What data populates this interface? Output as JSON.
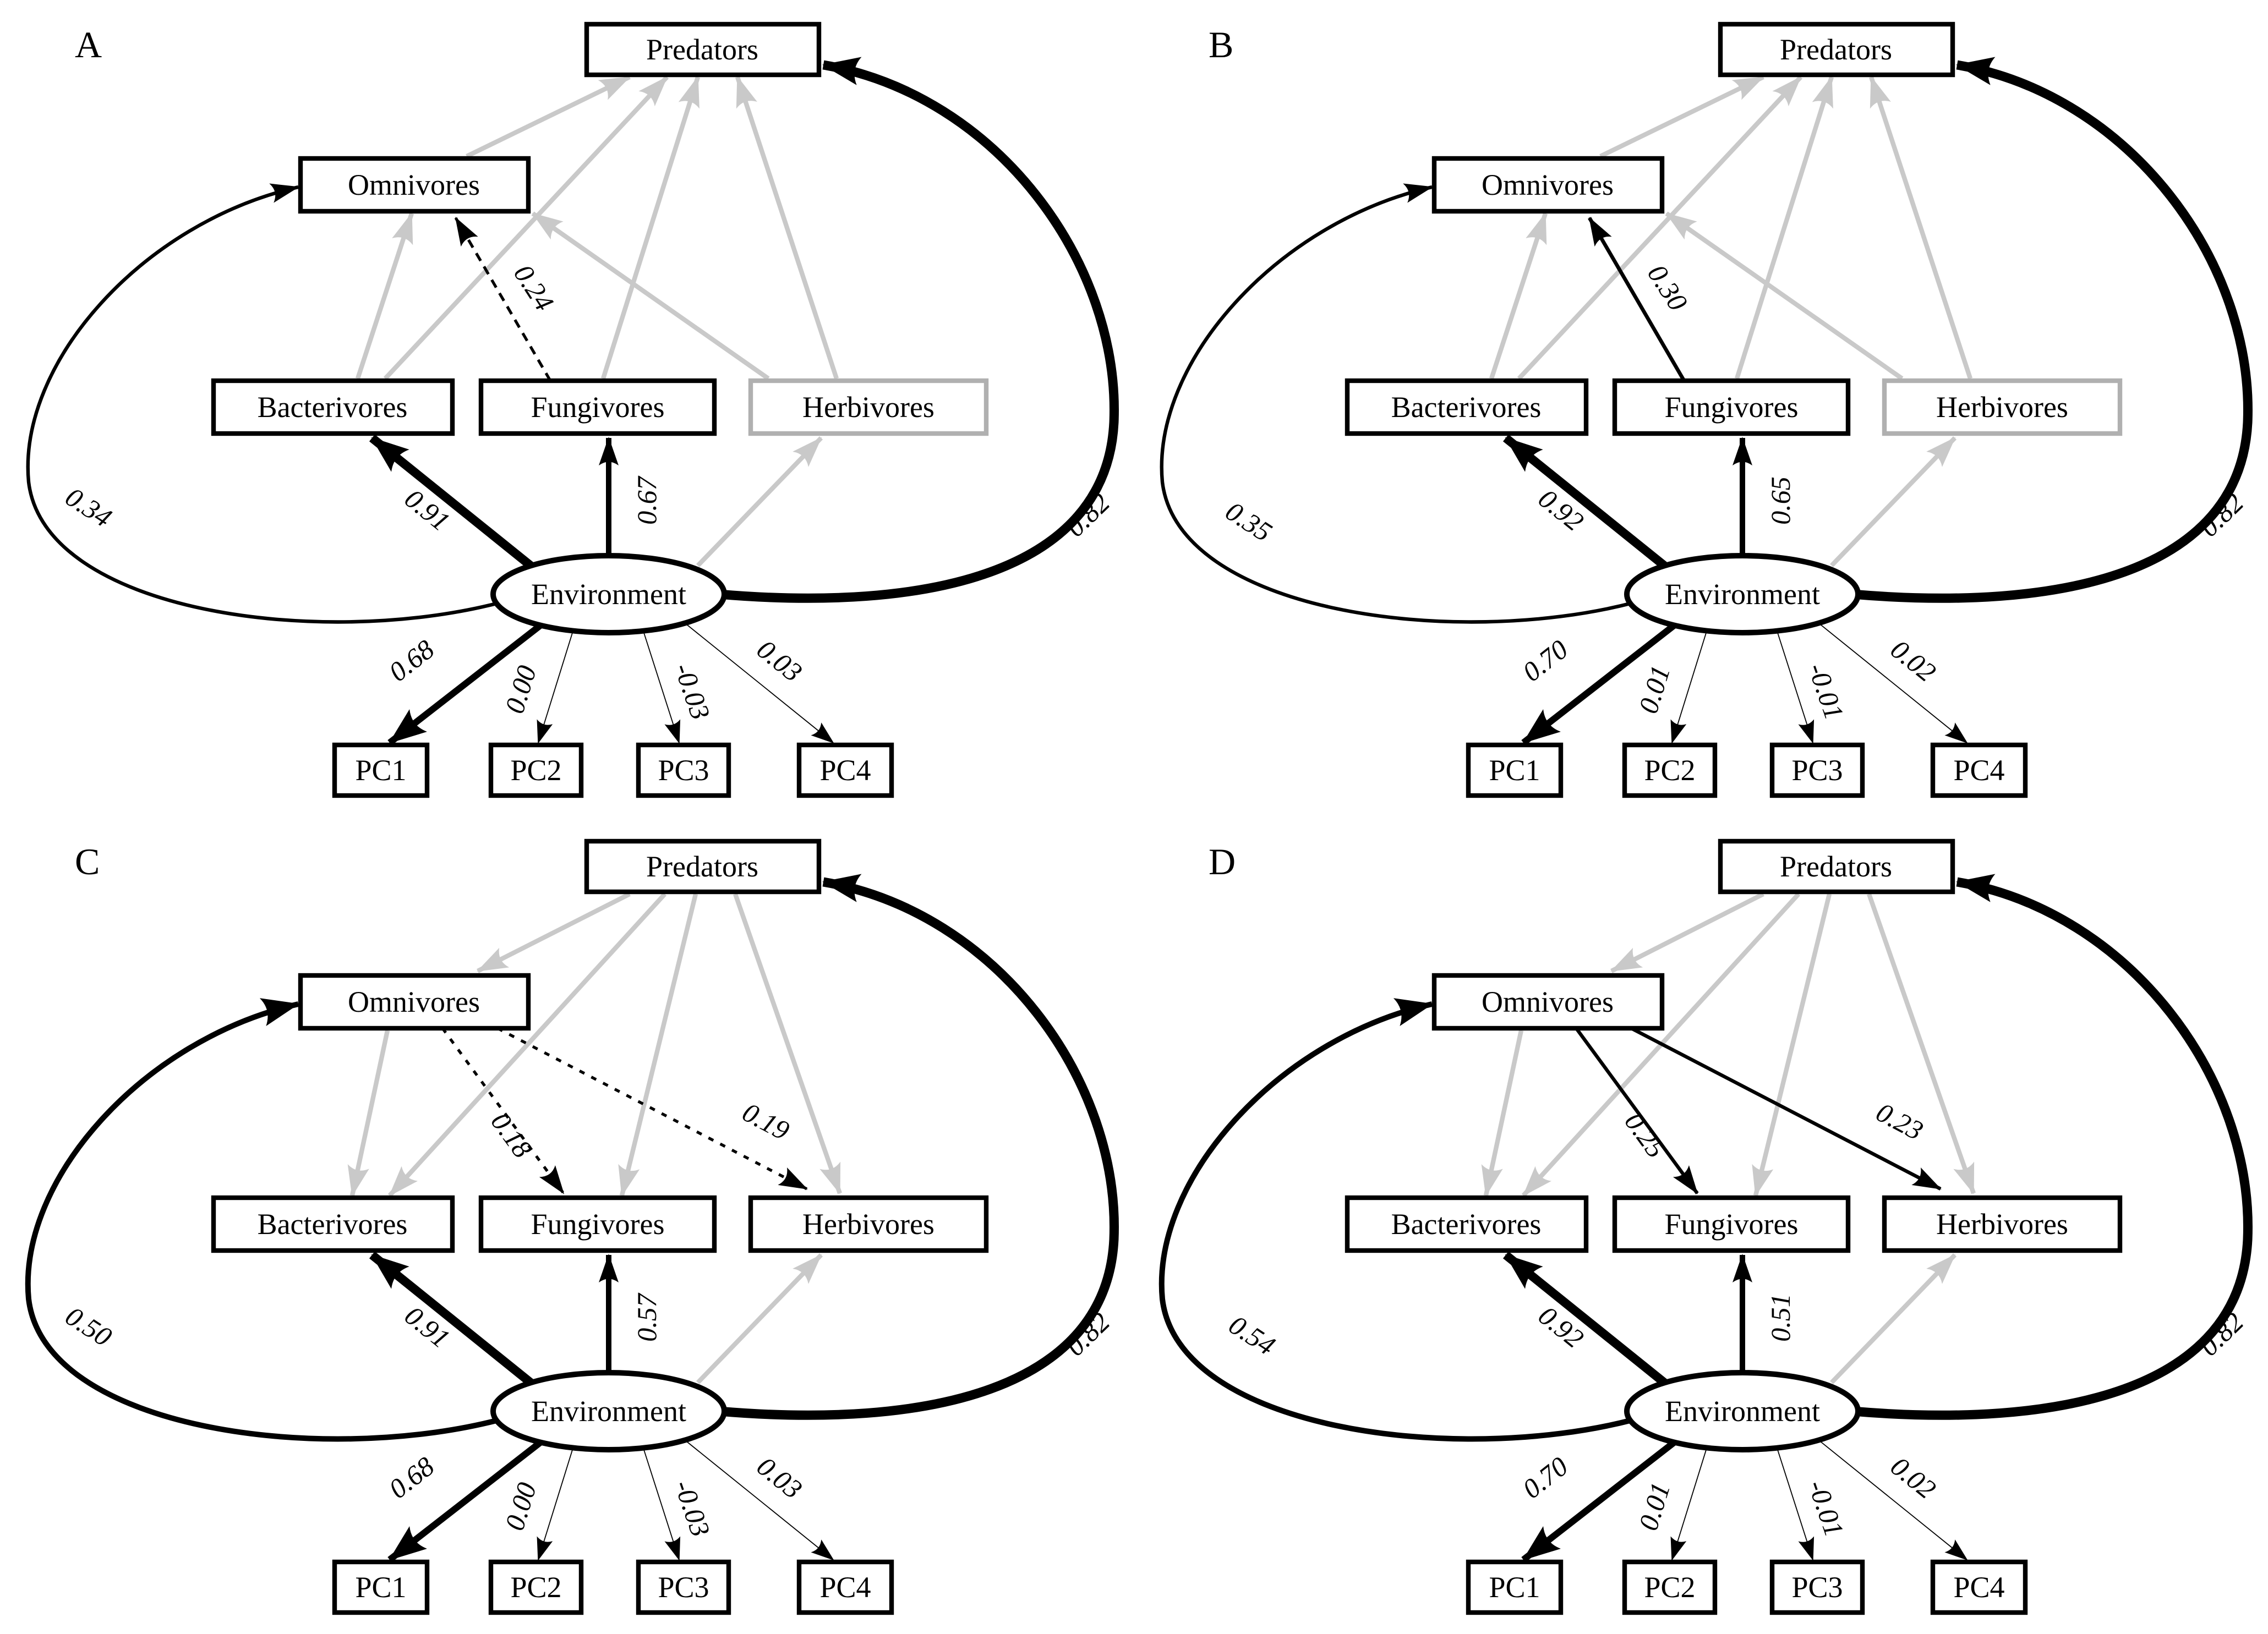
{
  "colors": {
    "arrow_grey": "#c9c9c9",
    "herbivores_box_grey": "#b0b0b0",
    "black": "#000000"
  },
  "nodes": {
    "predators": "Predators",
    "omnivores": "Omnivores",
    "bacterivores": "Bacterivores",
    "fungivores": "Fungivores",
    "herbivores": "Herbivores",
    "environment": "Environment",
    "pc1": "PC1",
    "pc2": "PC2",
    "pc3": "PC3",
    "pc4": "PC4"
  },
  "panels": [
    {
      "letter": "A",
      "coefficients": {
        "fungivores_to_omnivores": "0.24",
        "environment_to_bacterivores": "0.91",
        "environment_to_fungivores": "0.67",
        "environment_to_omnivores": "0.34",
        "environment_to_predators": "0.82",
        "environment_to_pc1": "0.68",
        "environment_to_pc2": "0.00",
        "environment_to_pc3": "-0.03",
        "environment_to_pc4": "0.03"
      }
    },
    {
      "letter": "B",
      "coefficients": {
        "fungivores_to_omnivores": "0.30",
        "environment_to_bacterivores": "0.92",
        "environment_to_fungivores": "0.65",
        "environment_to_omnivores": "0.35",
        "environment_to_predators": "0.82",
        "environment_to_pc1": "0.70",
        "environment_to_pc2": "0.01",
        "environment_to_pc3": "-0.01",
        "environment_to_pc4": "0.02"
      }
    },
    {
      "letter": "C",
      "coefficients": {
        "omnivores_to_fungivores": "0.18",
        "omnivores_to_herbivores": "0.19",
        "environment_to_bacterivores": "0.91",
        "environment_to_fungivores": "0.57",
        "environment_to_omnivores": "0.50",
        "environment_to_predators": "0.82",
        "environment_to_pc1": "0.68",
        "environment_to_pc2": "0.00",
        "environment_to_pc3": "-0.03",
        "environment_to_pc4": "0.03"
      }
    },
    {
      "letter": "D",
      "coefficients": {
        "omnivores_to_fungivores": "0.25",
        "omnivores_to_herbivores": "0.23",
        "environment_to_bacterivores": "0.92",
        "environment_to_fungivores": "0.51",
        "environment_to_omnivores": "0.54",
        "environment_to_predators": "0.82",
        "environment_to_pc1": "0.70",
        "environment_to_pc2": "0.01",
        "environment_to_pc3": "-0.01",
        "environment_to_pc4": "0.02"
      }
    }
  ]
}
